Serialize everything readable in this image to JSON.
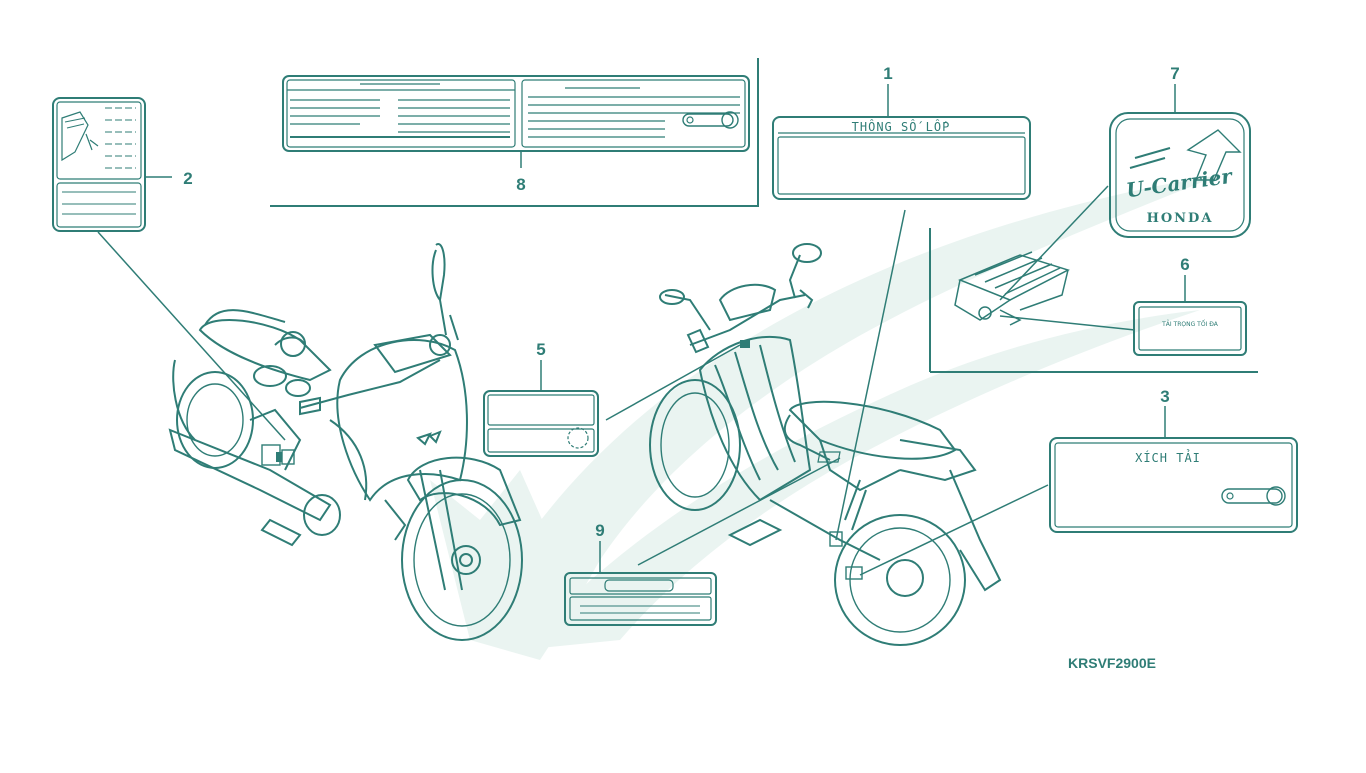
{
  "diagram": {
    "code": "KRSVF2900E",
    "callouts": {
      "c1": "1",
      "c2": "2",
      "c3": "3",
      "c4": "5",
      "c5": "6",
      "c6": "7",
      "c7": "8",
      "c8": "9"
    },
    "labels": {
      "tire_label_text": "THÔNG SỐ LỐP",
      "chain_label_text": "XÍCH TẢI",
      "carrier_label_text": "TẢI TRỌNG TỐI ĐA",
      "logo_script": "U-Carrier",
      "logo_brand": "HONDA"
    },
    "colors": {
      "line": "#2f7d76",
      "watermark": "#eaf4f1"
    }
  }
}
